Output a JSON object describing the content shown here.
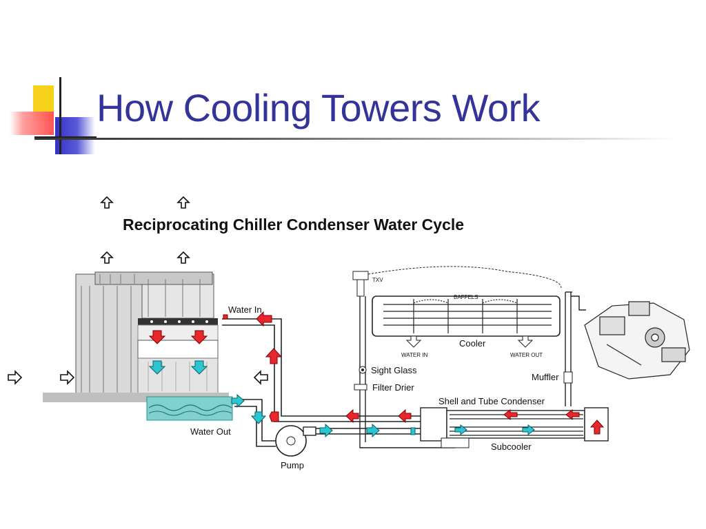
{
  "slide": {
    "title": "How Cooling Towers Work"
  },
  "diagram": {
    "title": "Reciprocating Chiller Condenser Water Cycle",
    "labels": {
      "water_in": "Water In",
      "water_out": "Water Out",
      "pump": "Pump",
      "txv": "TXV",
      "baffels": "BAFFELS",
      "cooler": "Cooler",
      "cooler_water_in": "WATER IN",
      "cooler_water_out": "WATER OUT",
      "sight_glass": "Sight Glass",
      "filter_drier": "Filter Drier",
      "muffler": "Muffler",
      "shell_tube_condenser": "Shell and Tube Condenser",
      "subcooler": "Subcooler"
    },
    "colors": {
      "hot_water": "#e8262b",
      "cold_water": "#2bc6cf",
      "basin_water": "#7fd0cf",
      "line": "#222222",
      "title_blue": "#333399"
    }
  }
}
